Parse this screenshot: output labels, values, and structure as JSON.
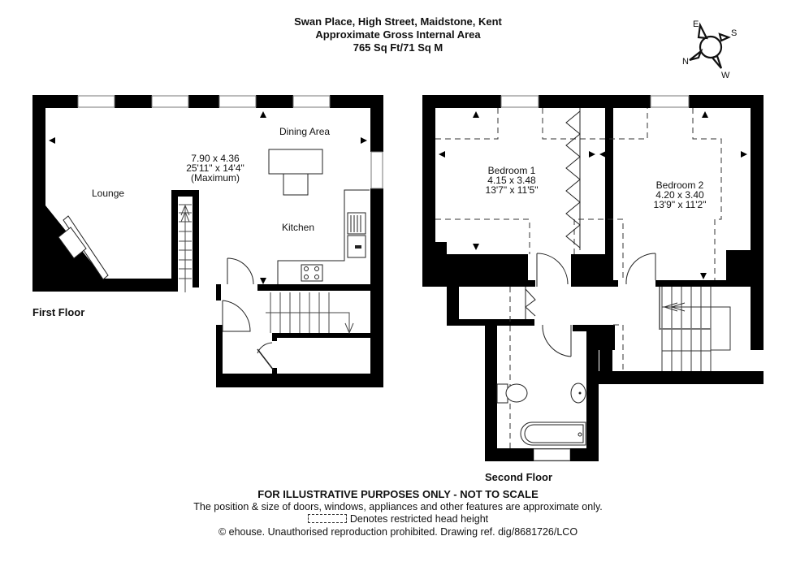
{
  "header": {
    "address": "Swan Place, High Street, Maidstone, Kent",
    "area_title": "Approximate Gross Internal Area",
    "area_value": "765 Sq Ft/71 Sq M"
  },
  "compass": {
    "labels": {
      "e": "E",
      "s": "S",
      "n": "N",
      "w": "W"
    }
  },
  "first_floor": {
    "label": "First Floor",
    "rooms": {
      "dining": {
        "name": "Dining Area"
      },
      "main": {
        "metric": "7.90 x 4.36",
        "imperial": "25'11\" x 14'4\"",
        "note": "(Maximum)"
      },
      "lounge": {
        "name": "Lounge"
      },
      "kitchen": {
        "name": "Kitchen"
      }
    }
  },
  "second_floor": {
    "label": "Second Floor",
    "rooms": {
      "bedroom1": {
        "name": "Bedroom 1",
        "metric": "4.15 x 3.48",
        "imperial": "13'7\" x 11'5\""
      },
      "bedroom2": {
        "name": "Bedroom 2",
        "metric": "4.20 x 3.40",
        "imperial": "13'9\" x 11'2\""
      }
    }
  },
  "footer": {
    "disclaimer": "FOR ILLUSTRATIVE PURPOSES ONLY - NOT TO SCALE",
    "note": "The position & size of doors, windows, appliances and other features are approximate only.",
    "legend": "Denotes restricted head height",
    "copyright": "© ehouse. Unauthorised reproduction prohibited. Drawing ref. dig/8681726/LCO"
  },
  "colors": {
    "wall": "#000000",
    "line": "#222222",
    "dash": "#333333",
    "window": "#888888"
  }
}
